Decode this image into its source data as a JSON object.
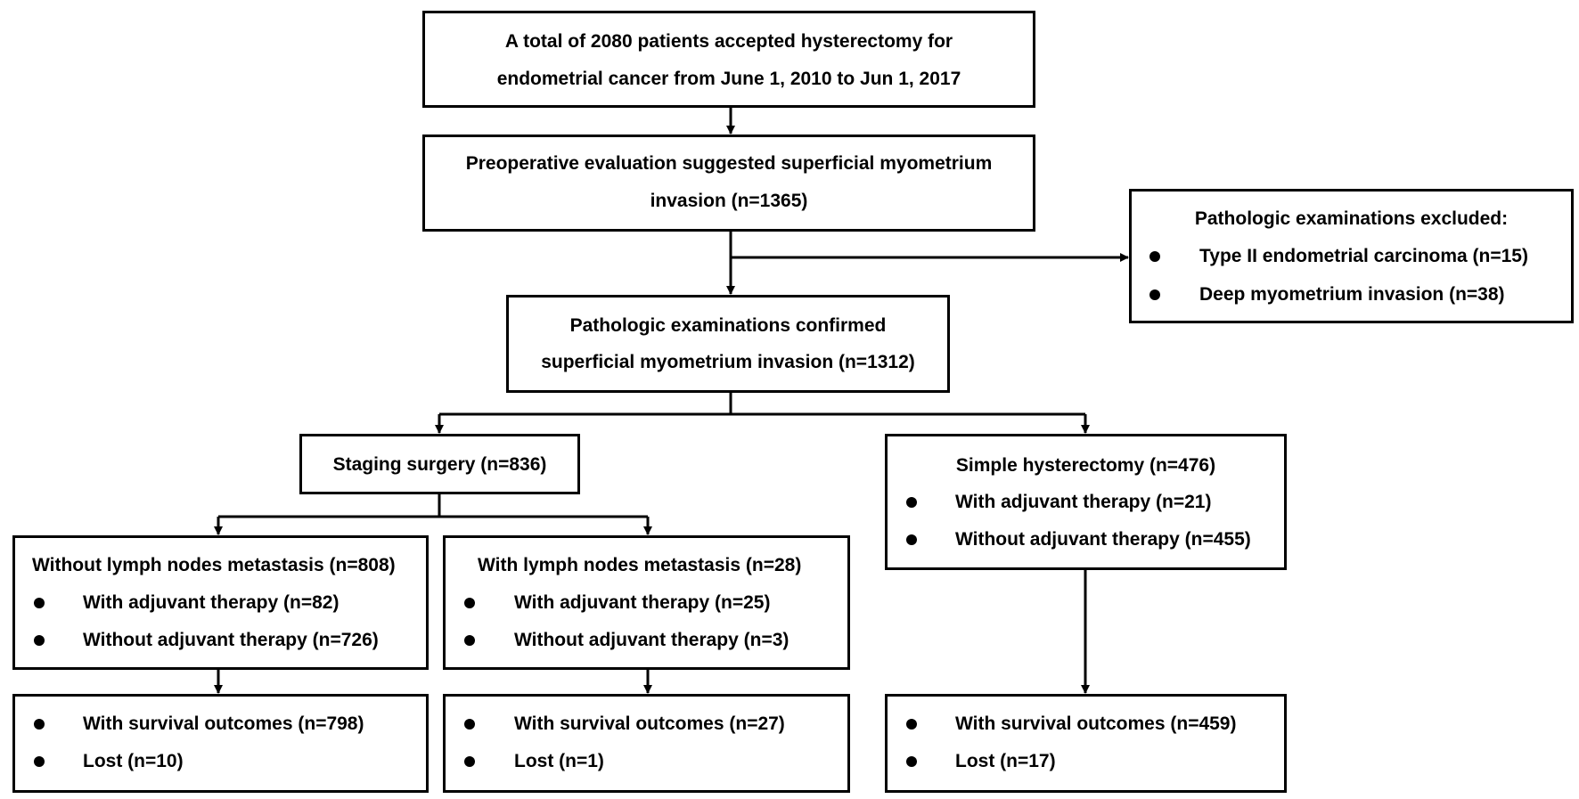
{
  "flowchart": {
    "enrollment": {
      "line1": "A total of 2080 patients accepted hysterectomy for",
      "line2": "endometrial cancer from June 1, 2010 to Jun 1, 2017"
    },
    "preoperative": {
      "line1": "Preoperative evaluation suggested superficial myometrium",
      "line2": "invasion (n=1365)"
    },
    "excluded": {
      "title": "Pathologic examinations excluded:",
      "items": [
        "Type II endometrial carcinoma (n=15)",
        "Deep myometrium invasion (n=38)"
      ]
    },
    "confirmed": {
      "line1": "Pathologic examinations confirmed",
      "line2": "superficial myometrium invasion (n=1312)"
    },
    "staging": {
      "title": "Staging surgery (n=836)"
    },
    "simple": {
      "title": "Simple hysterectomy (n=476)",
      "items": [
        "With adjuvant therapy (n=21)",
        "Without adjuvant therapy (n=455)"
      ]
    },
    "no_lymph": {
      "title": "Without lymph nodes metastasis (n=808)",
      "items": [
        "With adjuvant therapy (n=82)",
        "Without adjuvant therapy (n=726)"
      ]
    },
    "with_lymph": {
      "title": "With lymph nodes metastasis (n=28)",
      "items": [
        "With adjuvant therapy (n=25)",
        "Without adjuvant therapy (n=3)"
      ]
    },
    "outcome_no_lymph": {
      "items": [
        "With survival outcomes (n=798)",
        "Lost (n=10)"
      ]
    },
    "outcome_with_lymph": {
      "items": [
        "With survival outcomes (n=27)",
        "Lost (n=1)"
      ]
    },
    "outcome_simple": {
      "items": [
        "With survival outcomes (n=459)",
        "Lost (n=17)"
      ]
    }
  }
}
